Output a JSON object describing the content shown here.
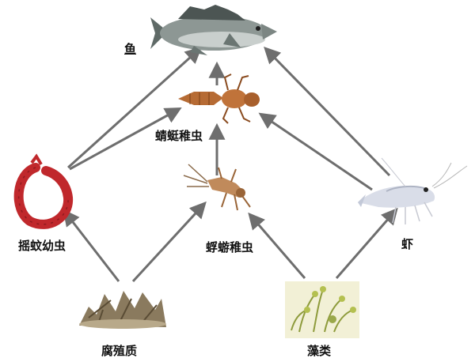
{
  "nodes": {
    "fish": {
      "label": "鱼",
      "icon": "fish-icon"
    },
    "dragonfly": {
      "label": "蜻蜓稚虫",
      "icon": "dragonfly-nymph-icon"
    },
    "mosquito": {
      "label": "摇蚊幼虫",
      "icon": "bloodworm-larva-icon"
    },
    "mayfly": {
      "label": "蜉蝣稚虫",
      "icon": "mayfly-nymph-icon"
    },
    "shrimp": {
      "label": "虾",
      "icon": "shrimp-icon"
    },
    "detritus": {
      "label": "腐殖质",
      "icon": "detritus-icon"
    },
    "algae": {
      "label": "藻类",
      "icon": "algae-icon"
    }
  },
  "edges": [
    {
      "from": "detritus",
      "to": "mosquito"
    },
    {
      "from": "detritus",
      "to": "mayfly"
    },
    {
      "from": "algae",
      "to": "mayfly"
    },
    {
      "from": "algae",
      "to": "shrimp"
    },
    {
      "from": "mosquito",
      "to": "fish"
    },
    {
      "from": "mosquito",
      "to": "dragonfly"
    },
    {
      "from": "mayfly",
      "to": "dragonfly"
    },
    {
      "from": "dragonfly",
      "to": "fish"
    },
    {
      "from": "shrimp",
      "to": "fish"
    },
    {
      "from": "shrimp",
      "to": "dragonfly"
    }
  ],
  "colors": {
    "arrow": "#6e6e6e",
    "fish_body": "#8d9794",
    "larva_red": "#c0282c",
    "nymph_brown": "#a8652f",
    "shrimp": "#d9dde8",
    "detritus": "#8a7a5e",
    "algae": "#9aa84a"
  }
}
